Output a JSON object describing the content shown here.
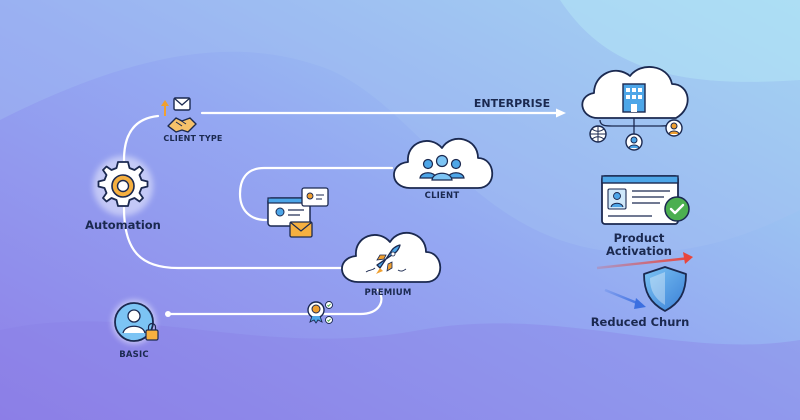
{
  "labels": {
    "enterprise": "ENTERPRISE",
    "client_type": "CLIENT TYPE",
    "automation": "Automation",
    "client": "CLIENT",
    "premium": "PREMIUM",
    "basic": "BASIC",
    "product_activation_line1": "Product",
    "product_activation_line2": "Activation",
    "reduced_churn": "Reduced Churn"
  },
  "colors": {
    "background_left": "#8c8ff0",
    "background_right": "#9fd7f0",
    "node_fill": "#ffffff",
    "node_outline": "#1b2950",
    "accent_orange": "#f0a030",
    "accent_blue": "#4da6e8",
    "check_green": "#4caf50",
    "arrow_red": "#e8453c",
    "arrow_blue": "#3b6fe0"
  },
  "icons": [
    "gear-icon",
    "handshake-envelope-icon",
    "building-cloud-icon",
    "team-cloud-icon",
    "contact-cards-icon",
    "rocket-cloud-icon",
    "award-icon",
    "user-lock-icon",
    "activation-window-icon",
    "shield-icon"
  ]
}
